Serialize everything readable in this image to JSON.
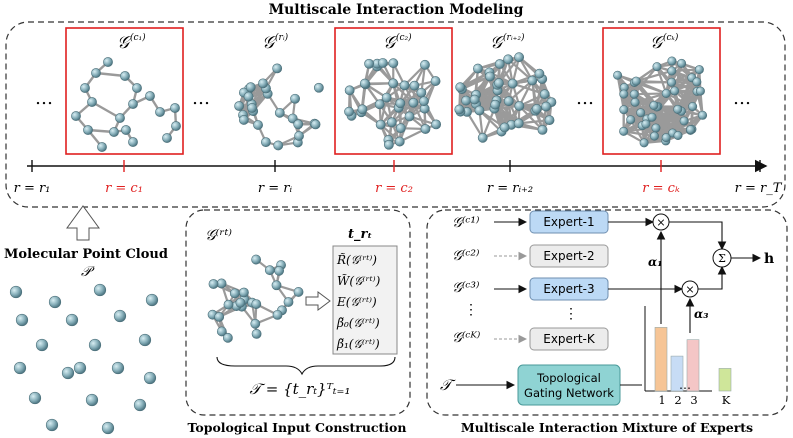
{
  "titles": {
    "top": "Multiscale Interaction Modeling",
    "cloud": "Molecular Point Cloud",
    "cloud_symbol": "𝒫",
    "input": "Topological  Input Construction",
    "moe": "Multiscale Interaction Mixture of Experts"
  },
  "graphs": [
    {
      "label": "𝒢",
      "sup": "(c₁)"
    },
    {
      "label": "𝒢",
      "sup": "(rᵢ)"
    },
    {
      "label": "𝒢",
      "sup": "(c₂)"
    },
    {
      "label": "𝒢",
      "sup": "(rᵢ₊₂)"
    },
    {
      "label": "𝒢",
      "sup": "(cₖ)"
    }
  ],
  "axis_labels": [
    {
      "text": "r = r₁",
      "highlight": false
    },
    {
      "text": "r = c₁",
      "highlight": true
    },
    {
      "text": "r = rᵢ",
      "highlight": false
    },
    {
      "text": "r = c₂",
      "highlight": true
    },
    {
      "text": "r = rᵢ₊₂",
      "highlight": false
    },
    {
      "text": "r = cₖ",
      "highlight": true
    },
    {
      "text": "r = r_T",
      "highlight": false
    }
  ],
  "ellipsis": "…",
  "input_panel": {
    "graph_label": "𝒢⁽ʳᵗ⁾",
    "vector_label": "t_rₜ",
    "features": [
      "R̃(𝒢⁽ʳᵗ⁾)",
      "W̃(𝒢⁽ʳᵗ⁾)",
      "E(𝒢⁽ʳᵗ⁾)",
      "β̃₀(𝒢⁽ʳᵗ⁾)",
      "β̃₁(𝒢⁽ʳᵗ⁾)"
    ],
    "set_formula": "𝒯 = {t_rₜ}ᵀₜ₌₁"
  },
  "moe": {
    "inputs": [
      "𝒢⁽ᶜ¹⁾",
      "𝒢⁽ᶜ²⁾",
      "𝒢⁽ᶜ³⁾",
      "𝒢⁽ᶜᴷ⁾"
    ],
    "experts": [
      {
        "label": "Expert-1",
        "active": true
      },
      {
        "label": "Expert-2",
        "active": false
      },
      {
        "label": "Expert-3",
        "active": true
      },
      {
        "label": "Expert-K",
        "active": false
      }
    ],
    "vdots": "⋮",
    "alpha1": "α₁",
    "alpha3": "α₃",
    "times": "×",
    "sum": "Σ",
    "output": "h",
    "gate_input": "𝒯",
    "gating_line1": "Topological",
    "gating_line2": "Gating Network",
    "bar_ticks": [
      "1",
      "2",
      "3",
      "K"
    ],
    "bar_ellipsis": "…",
    "weights": [
      {
        "value": 0.62,
        "color": "#f6c596"
      },
      {
        "value": 0.34,
        "color": "#c7dcf5"
      },
      {
        "value": 0.5,
        "color": "#f4c6c6"
      },
      {
        "value": 0.22,
        "color": "#cfe69a"
      }
    ]
  },
  "colors": {
    "accent_red": "#e02020",
    "node": "#86aeb9",
    "expert_active": "#bcd9f5",
    "expert_inactive": "#ececec",
    "gating": "#8fd3d3"
  }
}
